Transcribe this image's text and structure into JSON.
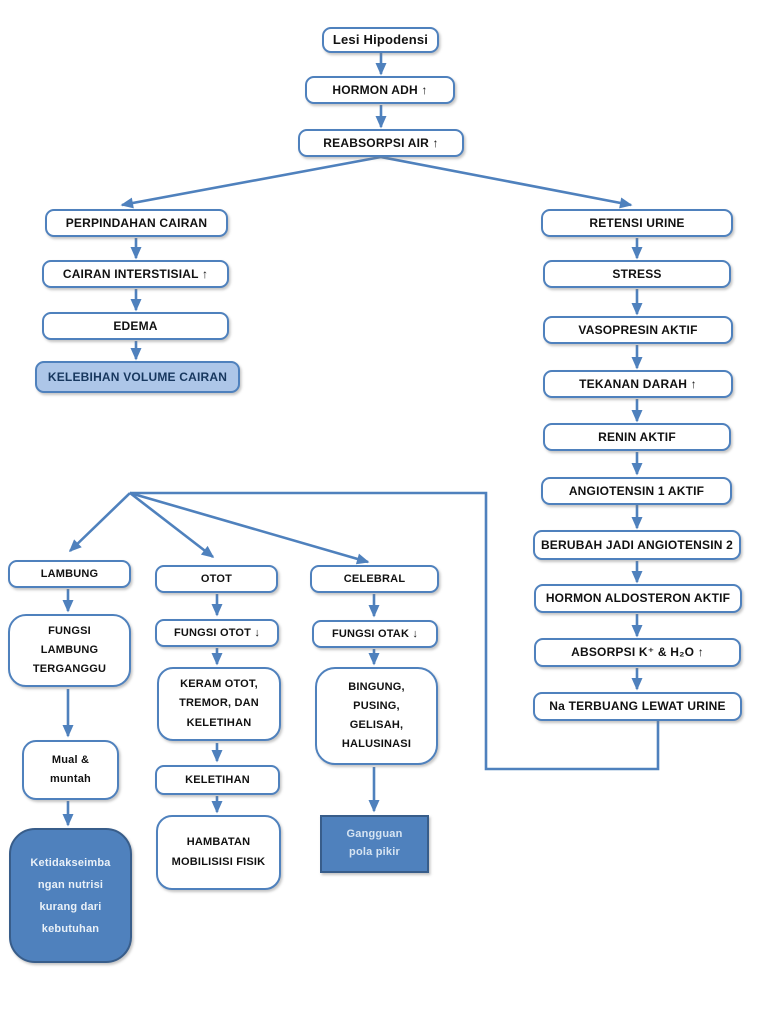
{
  "diagram": {
    "type": "flowchart",
    "language": "Indonesian",
    "subject": "Pathophysiology pathway of Lesi Hipodensi (hypodense lesion) leading to fluid excess, nursing problems and organ effects",
    "colors": {
      "line_blue": "#4f81bd",
      "box_border_blue": "#4f81bd",
      "dark_fill_border": "#385d8a",
      "fill_light_blue": "#adc6e8",
      "fill_dark_blue": "#4f81bd",
      "text_black": "#111111",
      "text_navy": "#17375e",
      "text_white": "#eaf1f8",
      "text_light_blue": "#d6e4f2",
      "background": "#ffffff"
    },
    "nodes": {
      "lesi_hipodensi": {
        "label": "Lesi Hipodensi"
      },
      "hormon_adh": {
        "label": "HORMON ADH ↑"
      },
      "reabsorpsi_air": {
        "label": "REABSORPSI AIR ↑"
      },
      "perpindahan_cairan": {
        "label": "PERPINDAHAN CAIRAN"
      },
      "cairan_interstisial": {
        "label": "CAIRAN INTERSTISIAL ↑"
      },
      "edema": {
        "label": "EDEMA"
      },
      "kelebihan_volume_cairan": {
        "label": "KELEBIHAN VOLUME CAIRAN"
      },
      "retensi_urine": {
        "label": "RETENSI URINE"
      },
      "stress": {
        "label": "STRESS"
      },
      "vasopresin_aktif": {
        "label": "VASOPRESIN AKTIF"
      },
      "tekanan_darah": {
        "label": "TEKANAN DARAH ↑"
      },
      "renin_aktif": {
        "label": "RENIN AKTIF"
      },
      "angiotensin_1_aktif": {
        "label": "ANGIOTENSIN 1 AKTIF"
      },
      "berubah_jadi_angiotensin_2": {
        "label": "BERUBAH JADI ANGIOTENSIN 2"
      },
      "hormon_aldosteron_aktif": {
        "label": "HORMON ALDOSTERON AKTIF"
      },
      "absorpsi_k_h2o": {
        "label": "ABSORPSI K⁺ & H₂O ↑"
      },
      "na_terbuang_lewat_urine": {
        "label": "Na TERBUANG LEWAT URINE"
      },
      "lambung": {
        "label": "LAMBUNG"
      },
      "fungsi_lambung_terganggu": {
        "label": "FUNGSI\nLAMBUNG\nTERGANGGU"
      },
      "mual_muntah": {
        "label": "Mual &\nmuntah"
      },
      "ketidakseimbangan_nutrisi": {
        "label": "Ketidakseimba\nngan nutrisi\nkurang dari\nkebutuhan"
      },
      "otot": {
        "label": "OTOT"
      },
      "fungsi_otot": {
        "label": "FUNGSI OTOT ↓"
      },
      "keram_otot": {
        "label": "KERAM OTOT,\nTREMOR, DAN\nKELETIHAN"
      },
      "keletihan": {
        "label": "KELETIHAN"
      },
      "hambatan_mobilisisi_fisik": {
        "label": "HAMBATAN\nMOBILISISI FISIK"
      },
      "celebral": {
        "label": "CELEBRAL"
      },
      "fungsi_otak": {
        "label": "FUNGSI OTAK ↓"
      },
      "bingung_pusing_gelisah": {
        "label": "BINGUNG,\nPUSING,\nGELISAH,\nHALUSINASI"
      },
      "gangguan_pola_pikir": {
        "label": "Gangguan\npola pikir"
      }
    },
    "edges": [
      "lesi_hipodensi → hormon_adh",
      "hormon_adh → reabsorpsi_air",
      "reabsorpsi_air → perpindahan_cairan",
      "reabsorpsi_air → retensi_urine",
      "perpindahan_cairan → cairan_interstisial",
      "cairan_interstisial → edema",
      "edema → kelebihan_volume_cairan",
      "retensi_urine → stress",
      "stress → vasopresin_aktif",
      "vasopresin_aktif → tekanan_darah",
      "tekanan_darah → renin_aktif",
      "renin_aktif → angiotensin_1_aktif",
      "angiotensin_1_aktif → berubah_jadi_angiotensin_2",
      "berubah_jadi_angiotensin_2 → hormon_aldosteron_aktif",
      "hormon_aldosteron_aktif → absorpsi_k_h2o",
      "absorpsi_k_h2o → na_terbuang_lewat_urine",
      "na_terbuang_lewat_urine → lambung",
      "na_terbuang_lewat_urine → otot",
      "na_terbuang_lewat_urine → celebral",
      "lambung → fungsi_lambung_terganggu",
      "fungsi_lambung_terganggu → mual_muntah",
      "mual_muntah → ketidakseimbangan_nutrisi",
      "otot → fungsi_otot",
      "fungsi_otot → keram_otot",
      "keram_otot → keletihan",
      "keletihan → hambatan_mobilisisi_fisik",
      "celebral → fungsi_otak",
      "fungsi_otak → bingung_pusing_gelisah",
      "bingung_pusing_gelisah → gangguan_pola_pikir"
    ]
  }
}
